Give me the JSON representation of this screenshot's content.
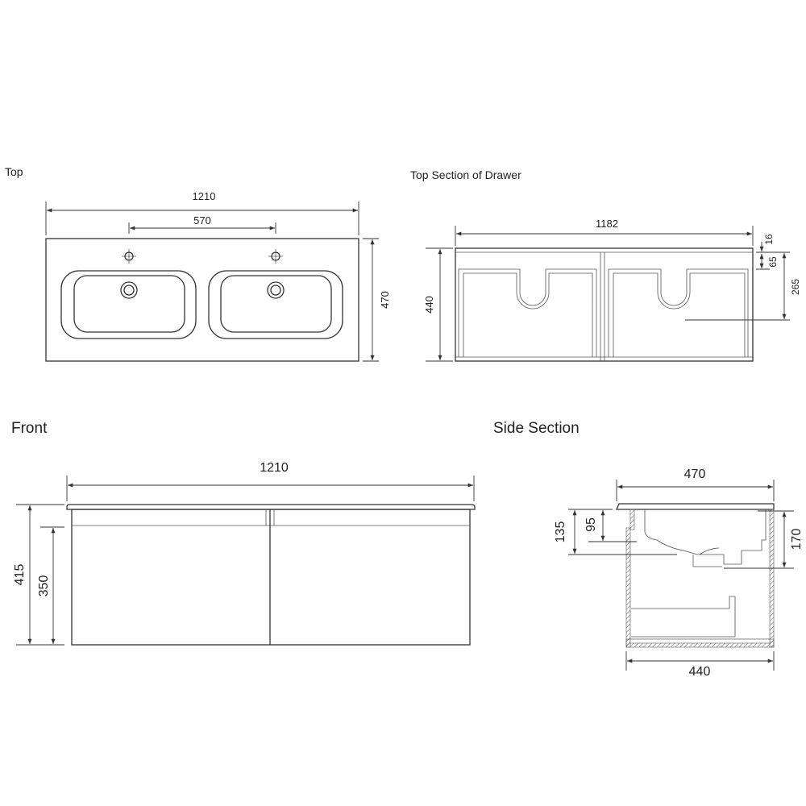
{
  "views": {
    "top": {
      "title": "Top",
      "width": "1210",
      "tap_spacing": "570",
      "depth": "470"
    },
    "drawer": {
      "title": "Top Section of Drawer",
      "width": "1182",
      "depth": "440",
      "d16": "16",
      "d65": "65",
      "d265": "265"
    },
    "front": {
      "title": "Front",
      "width": "1210",
      "height": "415",
      "drawer_height": "350"
    },
    "side": {
      "title": "Side Section",
      "top_depth": "470",
      "cabinet_depth": "440",
      "d135": "135",
      "d95": "95",
      "d170": "170"
    }
  }
}
